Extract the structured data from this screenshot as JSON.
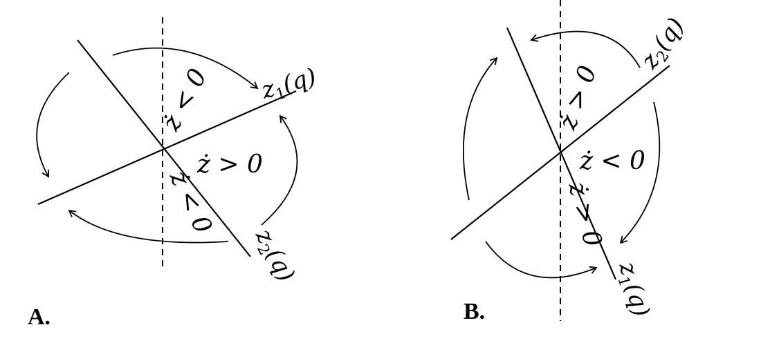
{
  "panels": {
    "a": {
      "label": "A.",
      "line1": {
        "base": "z",
        "sub": "1",
        "arg": "(q)"
      },
      "line2": {
        "base": "z",
        "sub": "2",
        "arg": "(q)"
      },
      "region_top": "ż < 0",
      "region_right": "ż > 0",
      "region_bottom": "ż < 0"
    },
    "b": {
      "label": "B.",
      "line1": {
        "base": "z",
        "sub": "2",
        "arg": "(q)"
      },
      "line2": {
        "base": "z",
        "sub": "1",
        "arg": "(q)"
      },
      "region_top": "ż > 0",
      "region_right": "ż < 0",
      "region_bottom": "ż > 0"
    }
  }
}
